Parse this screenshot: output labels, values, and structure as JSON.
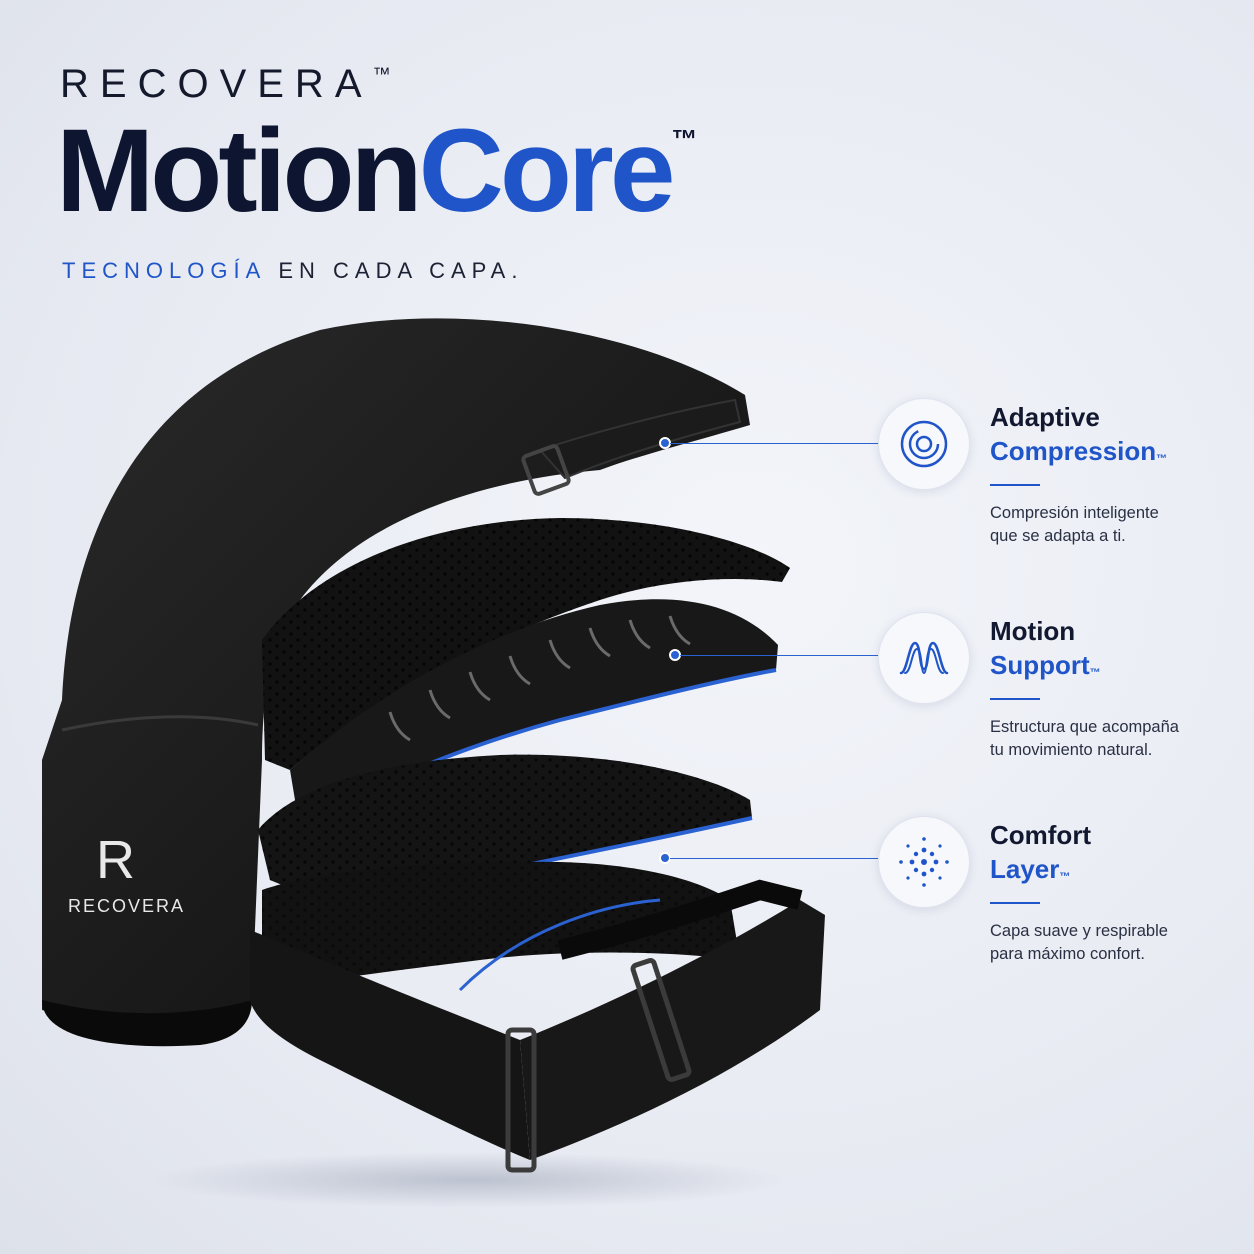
{
  "brand": {
    "name": "RECOVERA",
    "tm": "™"
  },
  "headline": {
    "part1": "Motion",
    "part2": "Core",
    "tm": "™"
  },
  "tagline": {
    "part1": "TECNOLOGÍA",
    "part2": "EN CADA CAPA."
  },
  "product": {
    "logo_letter": "R",
    "logo_text": "RECOVERA"
  },
  "features": [
    {
      "title1": "Adaptive",
      "title2": "Compression",
      "tm": "™",
      "icon": "concentric-circles-icon",
      "desc1": "Compresión inteligente",
      "desc2": "que se adapta a ti."
    },
    {
      "title1": "Motion",
      "title2": "Support",
      "tm": "™",
      "icon": "waveform-icon",
      "desc1": "Estructura que acompaña",
      "desc2": "tu movimiento natural."
    },
    {
      "title1": "Comfort",
      "title2": "Layer",
      "tm": "™",
      "icon": "dot-burst-icon",
      "desc1": "Capa suave y respirable",
      "desc2": "para máximo confort."
    }
  ],
  "colors": {
    "accent": "#1f55c8",
    "dark": "#0e1530",
    "product": "#141414"
  }
}
